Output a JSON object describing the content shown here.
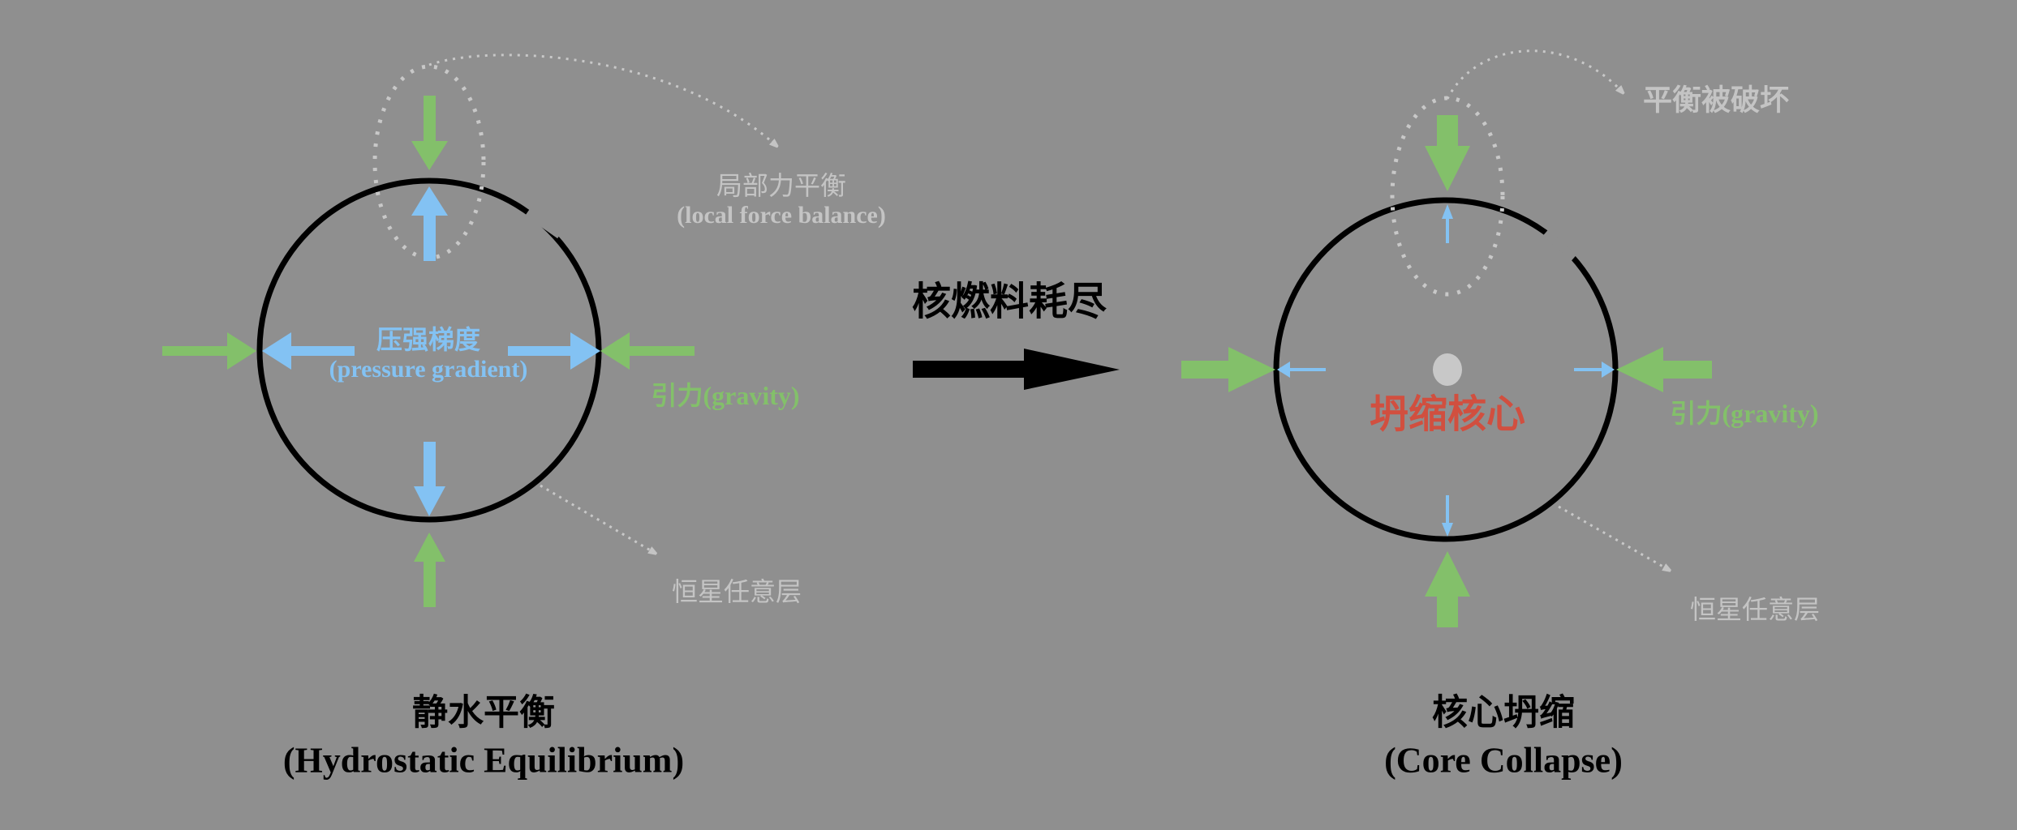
{
  "colors": {
    "background": "#8f8f8f",
    "gravity": "#83c06a",
    "pressure": "#83c2f3",
    "annotation": "#c4c4c4",
    "collapse_core": "#d14f3f",
    "outline": "#000000"
  },
  "left_panel": {
    "annotation_local": {
      "zh": "局部力平衡",
      "en": "(local force balance)"
    },
    "pressure_label": {
      "zh": "压强梯度",
      "en": "(pressure gradient)"
    },
    "gravity_label": "引力(gravity)",
    "layer_label": "恒星任意层",
    "caption": {
      "zh": "静水平衡",
      "en": "(Hydrostatic Equilibrium)"
    }
  },
  "transition": {
    "label": "核燃料耗尽",
    "arrow_icon": "right-arrow-icon"
  },
  "right_panel": {
    "annotation_broken": "平衡被破坏",
    "core_label": "坍缩核心",
    "gravity_label": "引力(gravity)",
    "layer_label": "恒星任意层",
    "caption": {
      "zh": "核心坍缩",
      "en": "(Core Collapse)"
    }
  }
}
